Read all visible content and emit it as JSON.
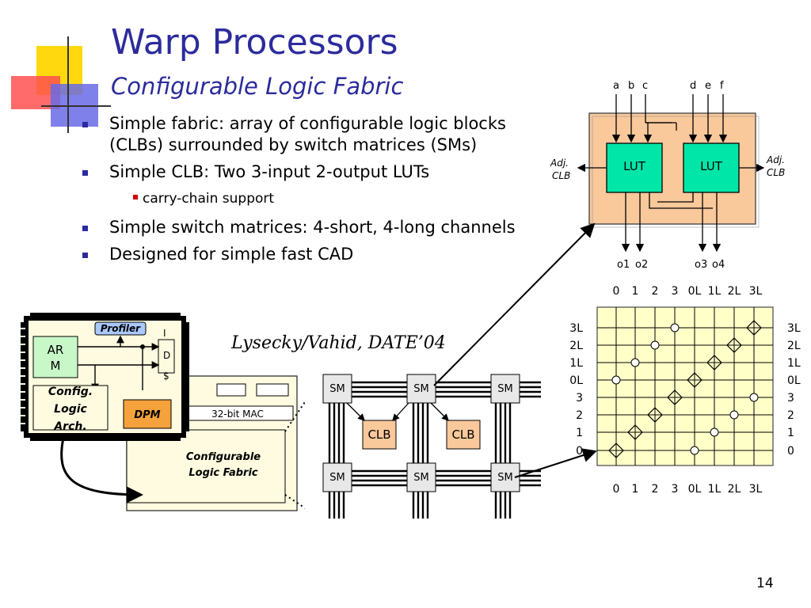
{
  "slide": {
    "title": "Warp Processors",
    "subtitle": "Configurable Logic Fabric",
    "bullets": [
      "Simple fabric: array of configurable logic blocks (CLBs) surrounded by switch matrices (SMs)",
      "Simple CLB: Two 3-input 2-output LUTs",
      "carry-chain support",
      "Simple switch matrices: 4-short, 4-long channels",
      "Designed for simple fast CAD"
    ],
    "citation": "Lysecky/Vahid, DATE’04",
    "page_number": "14"
  },
  "chip": {
    "profiler": "Profiler",
    "arm_l1": "AR",
    "arm_l2": "M",
    "io": "I\nD\n$",
    "config_l1": "Config.",
    "config_l2": "Logic",
    "config_l3": "Arch.",
    "dpm": "DPM",
    "mac": "32-bit MAC",
    "fabric_l1": "Configurable",
    "fabric_l2": "Logic Fabric"
  },
  "clb_detail": {
    "inputs": [
      "a",
      "b",
      "c",
      "d",
      "e",
      "f"
    ],
    "lut": "LUT",
    "adj_left_1": "Adj.",
    "adj_left_2": "CLB",
    "adj_right_1": "Adj.",
    "adj_right_2": "CLB",
    "outputs": [
      "o1",
      "o2",
      "o3",
      "o4"
    ]
  },
  "fabric_array": {
    "sm": "SM",
    "clb": "CLB"
  },
  "switch_matrix": {
    "col_labels": [
      "0",
      "1",
      "2",
      "3",
      "0L",
      "1L",
      "2L",
      "3L"
    ],
    "row_labels": [
      "3L",
      "2L",
      "1L",
      "0L",
      "3",
      "2",
      "1",
      "0"
    ]
  },
  "colors": {
    "title": "#2b2b9c",
    "clb_fill": "#f9c89b",
    "lut_fill": "#00e6a8",
    "sm_grid_fill": "#ffffc8",
    "chip_fill": "#fffbe0",
    "dpm_fill": "#f5a23c"
  }
}
